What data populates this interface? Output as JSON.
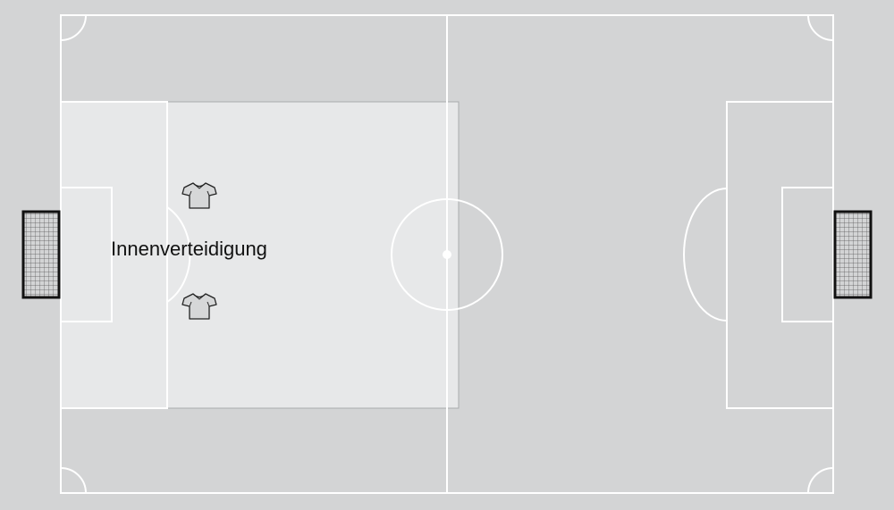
{
  "zone_label": "Innenverteidigung",
  "colors": {
    "pitch": "#d3d4d5",
    "lines": "#ffffff",
    "highlight": "#e7e8e9",
    "highlight_border": "#a9abad",
    "shirt_fill": "#d6d7d8",
    "shirt_stroke": "#222222",
    "goal_frame": "#111111"
  },
  "players": [
    {
      "name": "player-shirt-icon",
      "role": "center-back"
    },
    {
      "name": "player-shirt-icon",
      "role": "center-back"
    }
  ]
}
